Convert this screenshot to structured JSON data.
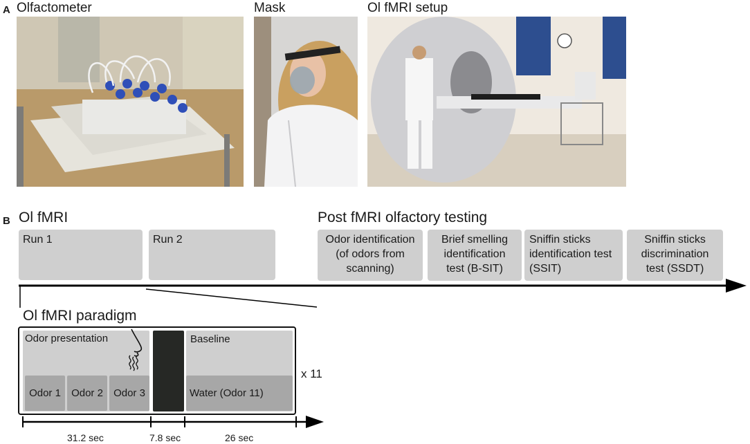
{
  "panel_a": {
    "letter": "A",
    "photos": [
      {
        "id": "olfactometer",
        "title": "Olfactometer"
      },
      {
        "id": "mask",
        "title": "Mask"
      },
      {
        "id": "setup",
        "title": "Ol fMRI setup"
      }
    ]
  },
  "panel_b": {
    "letter": "B",
    "ol_fmri_heading": "Ol fMRI",
    "post_heading": "Post fMRI olfactory testing",
    "runs": [
      "Run 1",
      "Run 2"
    ],
    "tests": [
      [
        "Odor identification",
        "(of odors from",
        "scanning)"
      ],
      [
        "Brief smelling",
        "identification",
        "test (B-SIT)"
      ],
      [
        "Sniffin sticks",
        "identification test",
        "(SSIT)"
      ],
      [
        "Sniffin sticks",
        "discrimination",
        "test (SSDT)"
      ]
    ],
    "paradigm": {
      "heading": "Ol fMRI paradigm",
      "odor_presentation": "Odor presentation",
      "baseline": "Baseline",
      "odors": [
        "Odor 1",
        "Odor 2",
        "Odor 3"
      ],
      "water": "Water (Odor 11)",
      "repeat": "x 11",
      "timeline": [
        "31.2 sec",
        "7.8 sec",
        "26 sec"
      ]
    }
  },
  "colors": {
    "box_gray": "#cfcfcf",
    "odor_gray": "#a7a7a7",
    "dark_block": "#262825",
    "line": "#000000"
  }
}
